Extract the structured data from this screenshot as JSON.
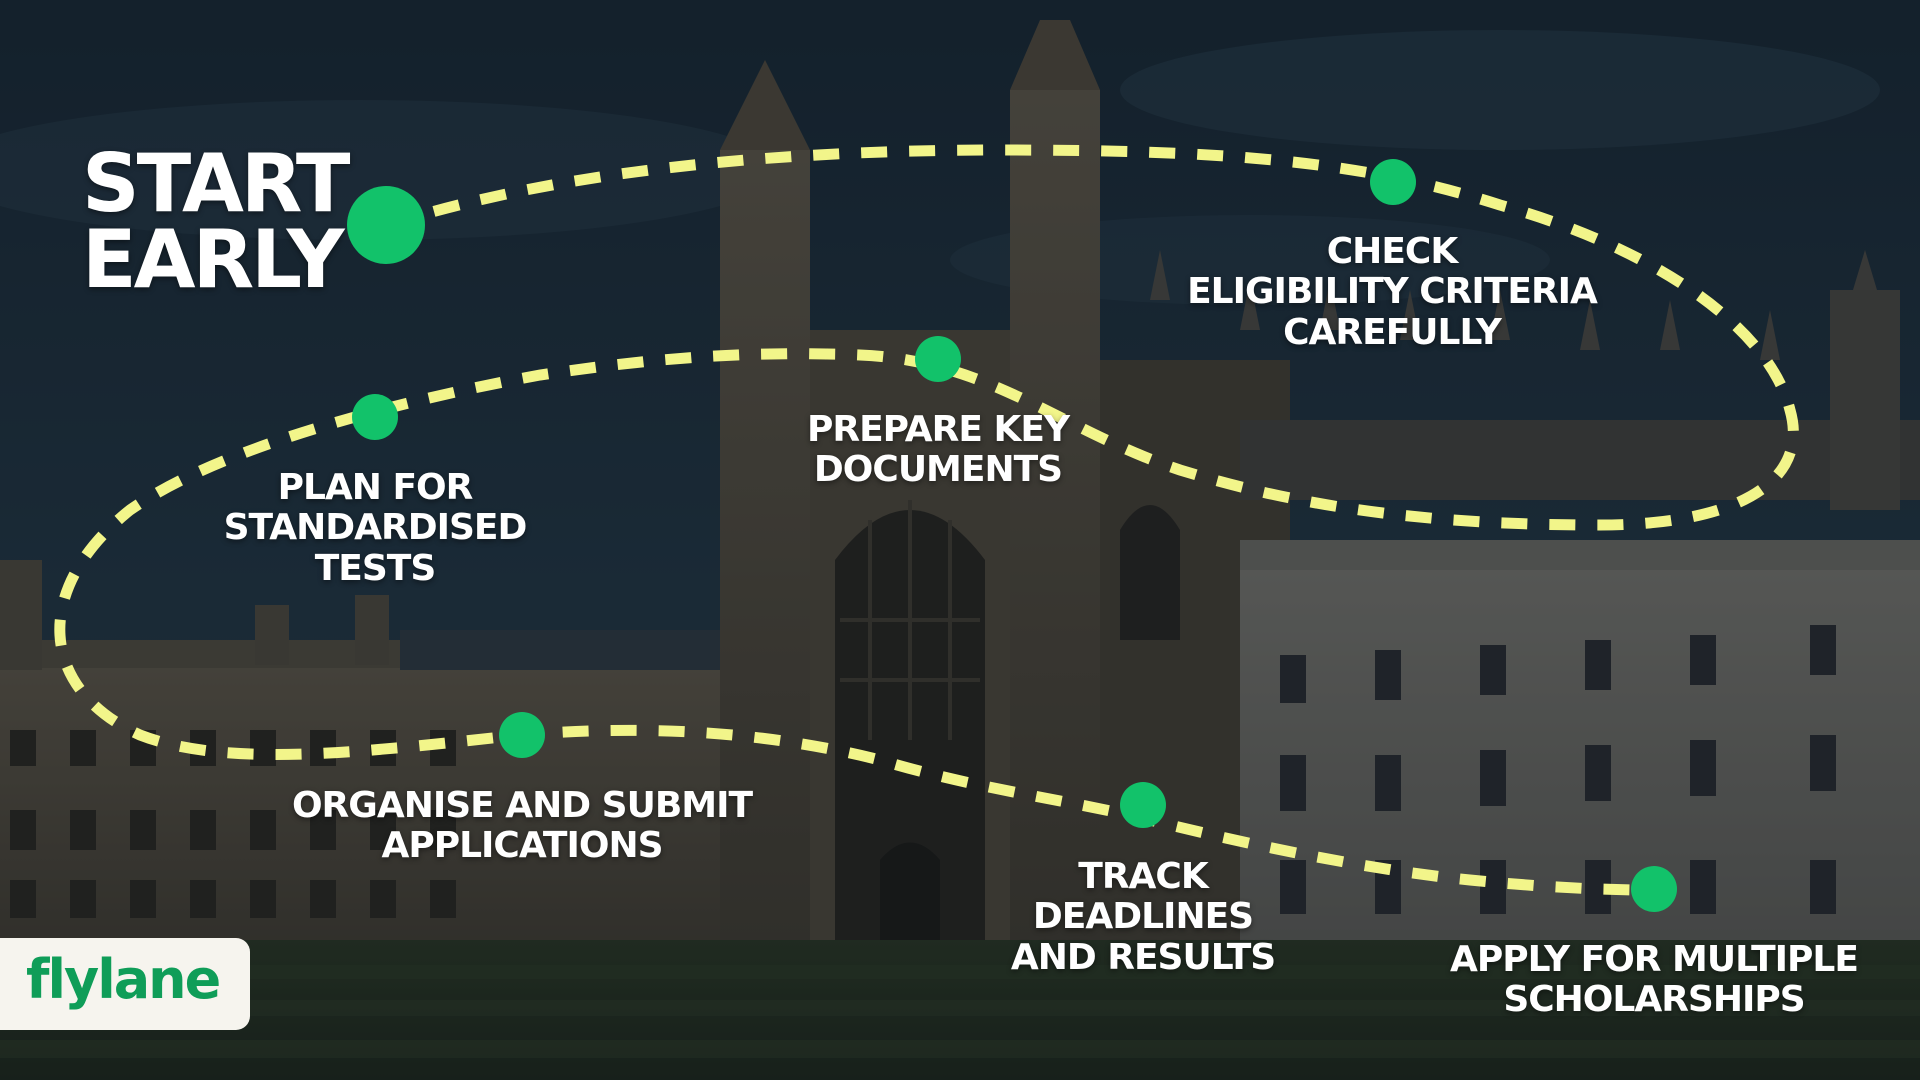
{
  "heading": {
    "line1": "START",
    "line2": "EARLY"
  },
  "steps": [
    {
      "id": "check",
      "lines": [
        "CHECK",
        "ELIGIBILITY CRITERIA",
        "CAREFULLY"
      ]
    },
    {
      "id": "prepare",
      "lines": [
        "PREPARE KEY",
        "DOCUMENTS"
      ]
    },
    {
      "id": "plan",
      "lines": [
        "PLAN FOR",
        "STANDARDISED",
        "TESTS"
      ]
    },
    {
      "id": "organise",
      "lines": [
        "ORGANISE AND SUBMIT",
        "APPLICATIONS"
      ]
    },
    {
      "id": "track",
      "lines": [
        "TRACK",
        "DEADLINES",
        "AND RESULTS"
      ]
    },
    {
      "id": "apply",
      "lines": [
        "APPLY FOR MULTIPLE",
        "SCHOLARSHIPS"
      ]
    }
  ],
  "brand": {
    "name": "flylane"
  },
  "colors": {
    "path_dash": "#f2f58a",
    "node": "#12c26a",
    "text": "#ffffff",
    "logo_bg": "#f6f4ee",
    "logo_text": "#0f9d58"
  }
}
